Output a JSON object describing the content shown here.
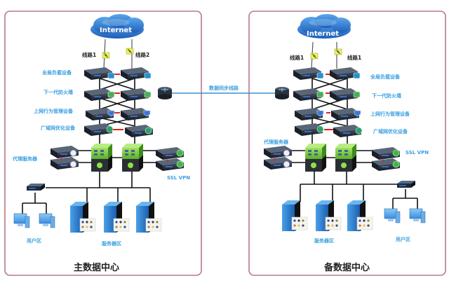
{
  "sync_link": {
    "label": "数据同步线路",
    "color": "#3a8fd0"
  },
  "colors": {
    "frame": "#b87a86",
    "label_blue": "#3aa0e0",
    "cable": "#111111",
    "ha_link": "#e02020",
    "switch_green": "#7fd040",
    "cloud_blue": "#2f7fd6"
  },
  "primary": {
    "title": "主数据中心",
    "cloud_label": "Internet",
    "lines": [
      "线路1",
      "线路2"
    ],
    "devices": [
      "全局负载设备",
      "下一代防火墙",
      "上网行为管理设备",
      "广域网优化设备"
    ],
    "proxy_label": "代理服务器",
    "vpn_label": "SSL VPN",
    "user_zone": "用户区",
    "server_zone": "服务器区"
  },
  "backup": {
    "title": "备数据中心",
    "cloud_label": "Internet",
    "lines": [
      "线路1",
      "线路1"
    ],
    "devices": [
      "全局负载设备",
      "下一代防火墙",
      "上网行为管理设备",
      "广域网优化设备"
    ],
    "proxy_label": "代理服务器",
    "vpn_label": "SSL VPN",
    "user_zone": "用户区",
    "server_zone": "服务器区"
  }
}
